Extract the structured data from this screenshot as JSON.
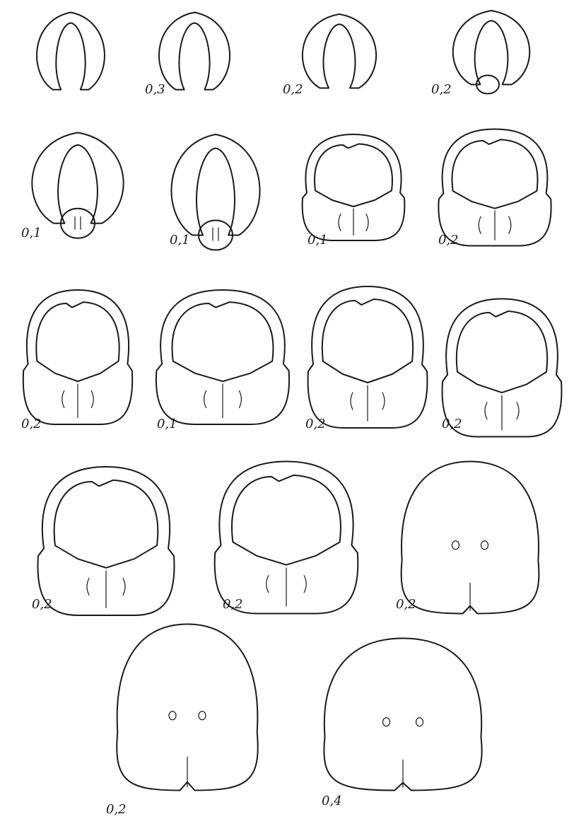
{
  "figure": {
    "sections": [
      {
        "label": "",
        "kind": "arch"
      },
      {
        "label": "0,3",
        "kind": "arch"
      },
      {
        "label": "0,2",
        "kind": "arch"
      },
      {
        "label": "0,2",
        "kind": "arch_bud"
      },
      {
        "label": "0,1",
        "kind": "arch_disc"
      },
      {
        "label": "0,1",
        "kind": "arch_disc2"
      },
      {
        "label": "0,1",
        "kind": "dome_small"
      },
      {
        "label": "0,2",
        "kind": "dome_small"
      },
      {
        "label": "0,2",
        "kind": "dome"
      },
      {
        "label": "0,1",
        "kind": "dome"
      },
      {
        "label": "0,2",
        "kind": "dome"
      },
      {
        "label": "0,2",
        "kind": "dome"
      },
      {
        "label": "0,2",
        "kind": "dome"
      },
      {
        "label": "0,2",
        "kind": "dome_flat"
      },
      {
        "label": "0,2",
        "kind": "capsule"
      },
      {
        "label": "0,2",
        "kind": "capsule_thin"
      },
      {
        "label": "0,4",
        "kind": "capsule_full"
      }
    ]
  }
}
